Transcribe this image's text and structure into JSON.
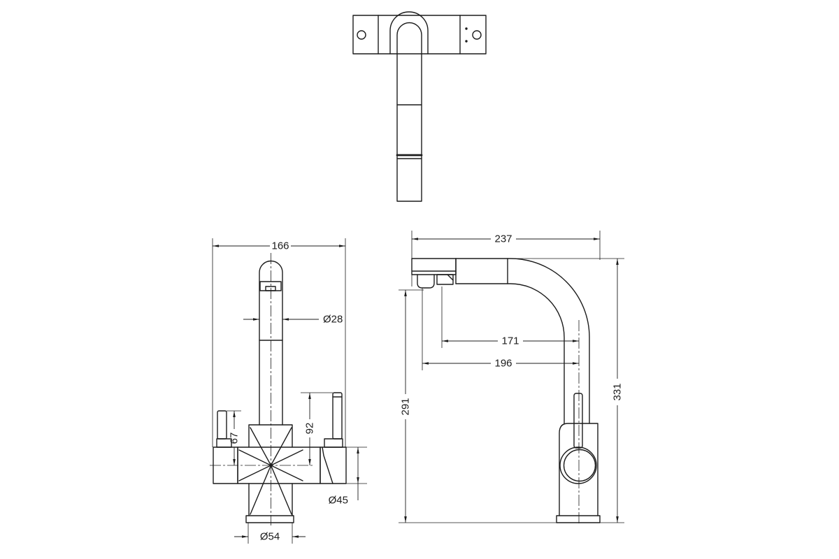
{
  "style": {
    "ink": "#1c1c1c",
    "paper": "#ffffff"
  },
  "front_view": {
    "overall_width": "166",
    "spout_diameter": "Ø28",
    "right_lever_height": "92",
    "left_lever_height": "67",
    "body_diameter": "Ø45",
    "base_diameter": "Ø54"
  },
  "side_view": {
    "overall_reach": "237",
    "inner_outlet_reach": "171",
    "outer_outlet_reach": "196",
    "outlet_height": "291",
    "overall_height": "331"
  }
}
